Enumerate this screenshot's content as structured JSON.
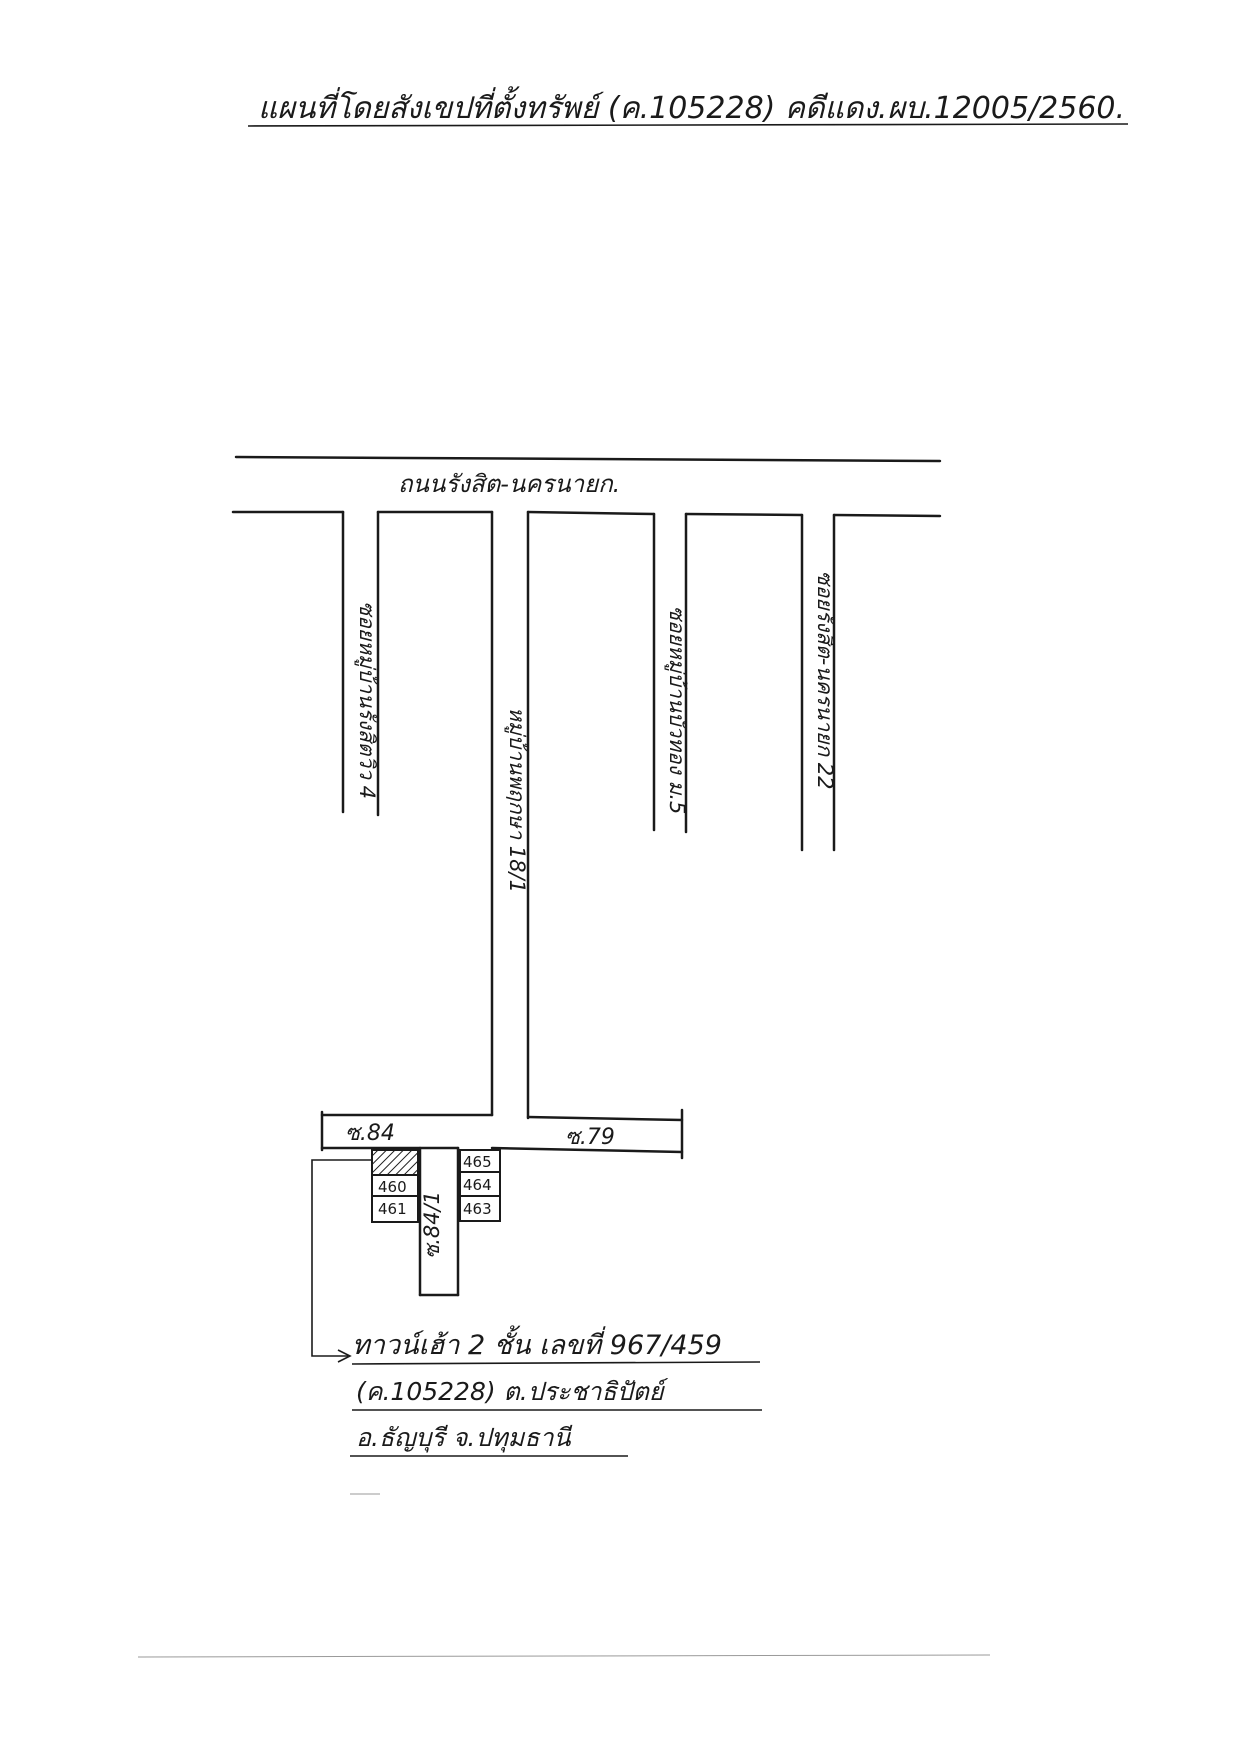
{
  "title": "แผนที่โดยสังเขปที่ตั้งทรัพย์ (ค.105228) คดีแดง.ผบ.12005/2560.",
  "roads": {
    "main_road": "ถนนรังสิต-นครนายก.",
    "soi_1": "ซอยหมู่บ้านรังสิตวิว 4",
    "soi_2": "หมู่บ้านพฤกษา 18/1",
    "soi_3": "ซอยหมู่บ้านบัวทอง ม.5",
    "soi_4": "ซอยรังสิต-นครนายก 22"
  },
  "alleys": {
    "left": "ซ.84",
    "right": "ซ.79",
    "branch": "ซ.84/1"
  },
  "plots": {
    "left": [
      "460",
      "461"
    ],
    "right": [
      "465",
      "464",
      "463"
    ]
  },
  "note": {
    "line1": "ทาวน์เฮ้า 2 ชั้น เลขที่ 967/459",
    "line2": "(ค.105228) ต.ประชาธิปัตย์",
    "line3": "อ.ธัญบุรี จ.ปทุมธานี"
  }
}
